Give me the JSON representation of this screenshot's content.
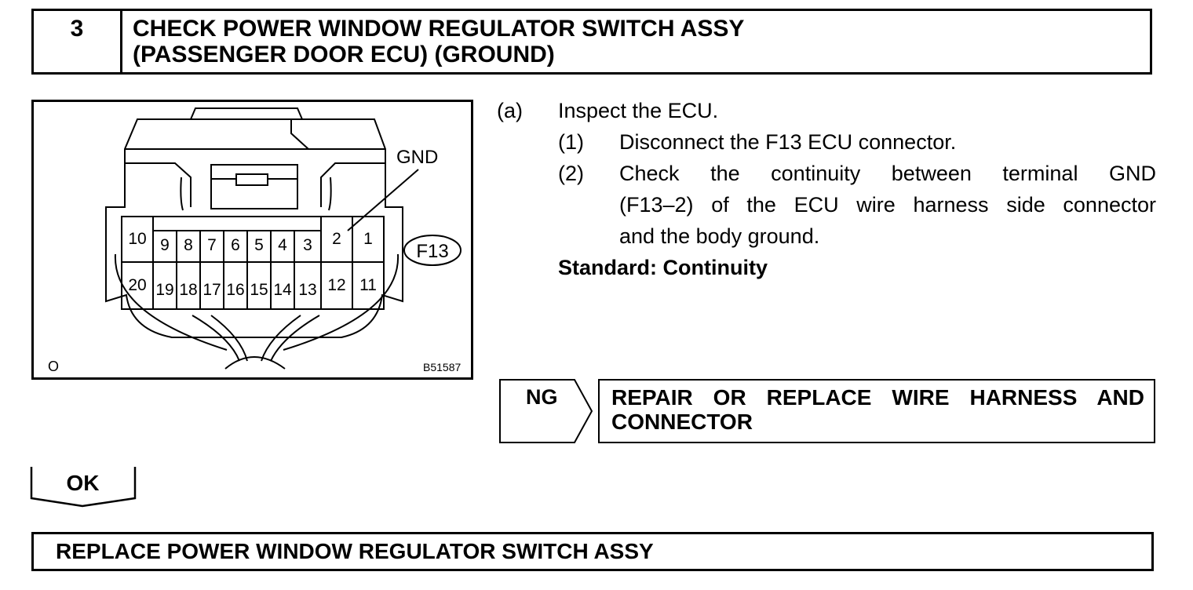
{
  "header": {
    "step_number": "3",
    "title_line1": "CHECK POWER WINDOW REGULATOR SWITCH ASSY",
    "title_line2": "(PASSENGER DOOR ECU) (GROUND)"
  },
  "figure": {
    "gnd_label": "GND",
    "connector_label": "F13",
    "corner_mark": "O",
    "figure_code": "B51587",
    "top_row_terminals": [
      "10",
      "9",
      "8",
      "7",
      "6",
      "5",
      "4",
      "3",
      "2",
      "1"
    ],
    "bottom_row_terminals": [
      "20",
      "19",
      "18",
      "17",
      "16",
      "15",
      "14",
      "13",
      "12",
      "11"
    ]
  },
  "instructions": {
    "a_marker": "(a)",
    "a_text": "Inspect the ECU.",
    "step1_marker": "(1)",
    "step1_text": "Disconnect the F13 ECU connector.",
    "step2_marker": "(2)",
    "step2_line1": "Check the continuity between terminal GND",
    "step2_line2": "(F13–2) of the ECU wire harness side connector",
    "step2_line3": "and the body ground.",
    "standard": "Standard: Continuity"
  },
  "ng": {
    "label": "NG",
    "action_line1": "REPAIR OR REPLACE WIRE HARNESS AND",
    "action_line2": "CONNECTOR"
  },
  "ok": {
    "label": "OK"
  },
  "final": {
    "text": "REPLACE POWER WINDOW REGULATOR SWITCH ASSY"
  }
}
